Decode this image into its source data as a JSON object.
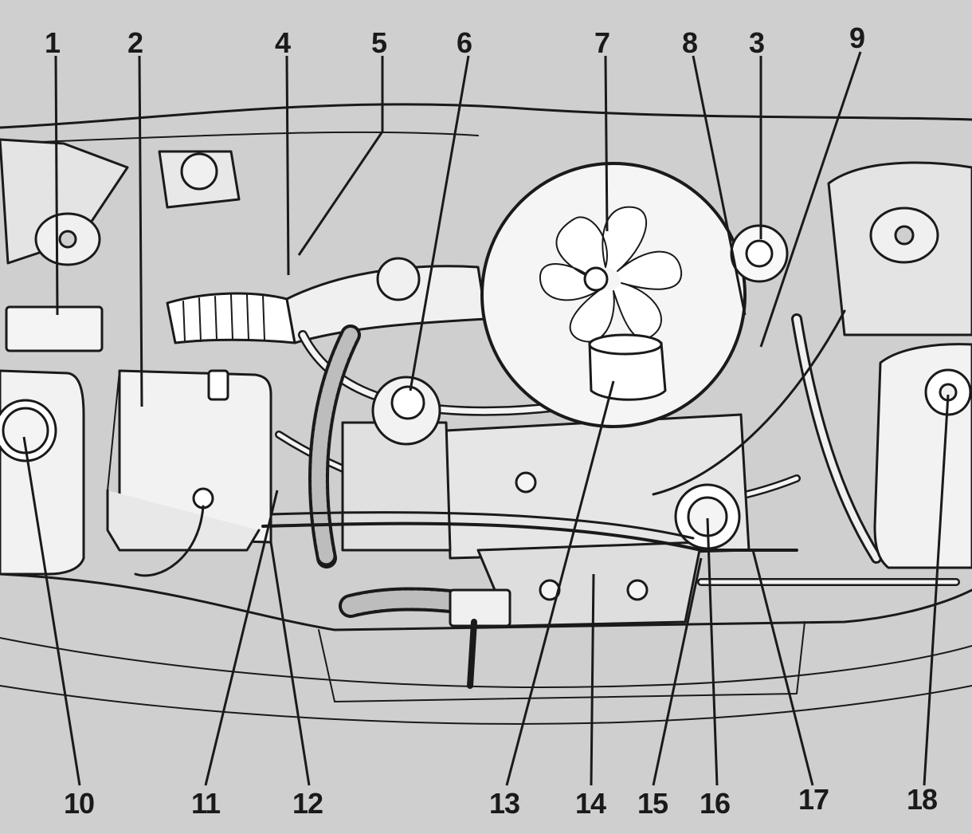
{
  "diagram": {
    "background": "#cfcfcf",
    "ink": "#1a1a1a",
    "fill_light": "#f2f2f2",
    "callouts_top": [
      "1",
      "2",
      "4",
      "5",
      "6",
      "7",
      "8",
      "3",
      "9"
    ],
    "callouts_bottom": [
      "10",
      "11",
      "12",
      "13",
      "14",
      "15",
      "16",
      "17",
      "18"
    ]
  }
}
